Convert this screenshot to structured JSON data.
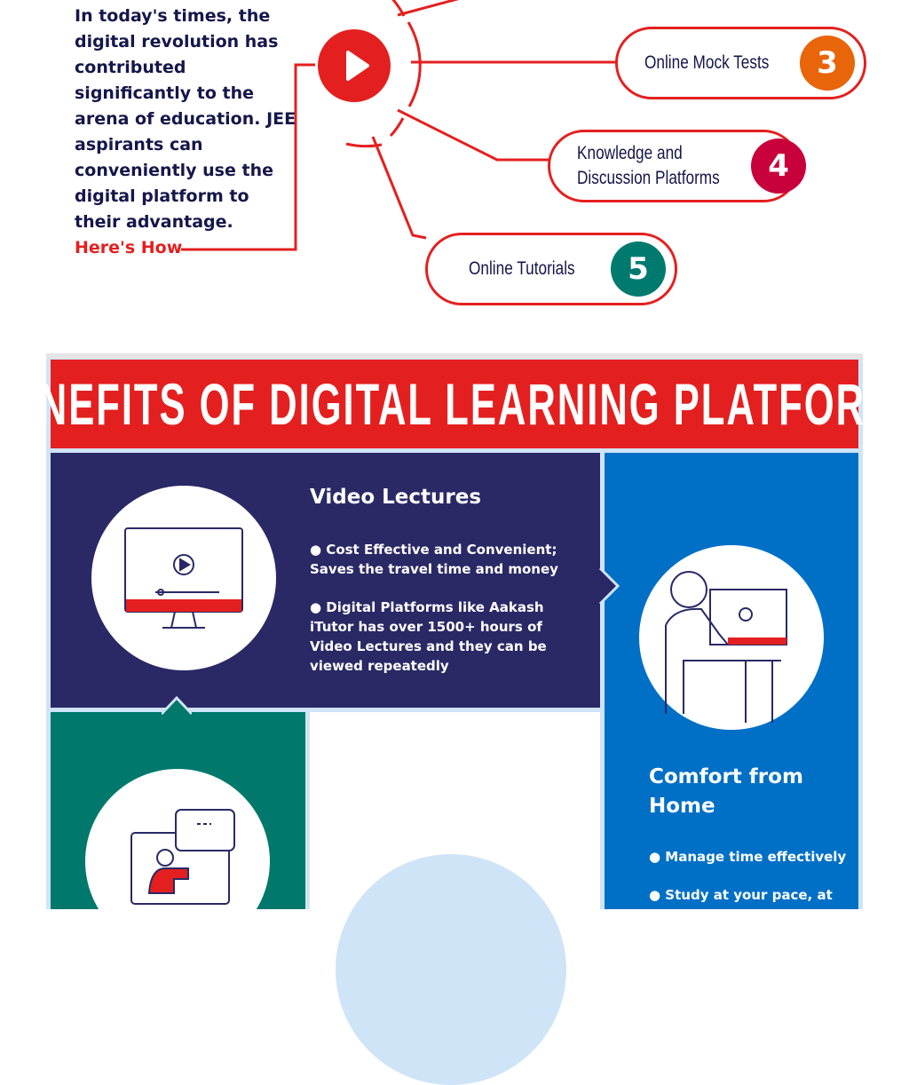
{
  "intro": {
    "text": "In today's times, the digital revolution has contributed significantly to the arena of education. JEE aspirants can conveniently use the digital platform to their advantage.",
    "cta": "Here's How"
  },
  "hub_icon": "play-icon",
  "platforms": [
    {
      "number": "3",
      "label": "Online Mock Tests",
      "color": "#e8650a"
    },
    {
      "number": "4",
      "label_line1": "Knowledge and",
      "label_line2": "Discussion Platforms",
      "color": "#c8003c"
    },
    {
      "number": "5",
      "label": "Online Tutorials",
      "color": "#007a6e"
    }
  ],
  "benefits": {
    "title": "BENEFITS OF DIGITAL LEARNING PLATFORMS",
    "video_lectures": {
      "title": "Video Lectures",
      "bullets": [
        "● Cost Effective and Convenient; Saves the travel time and money",
        "● Digital Platforms like Aakash iTutor has over 1500+ hours of Video Lectures and they can be viewed repeatedly"
      ]
    },
    "comfort": {
      "title": "Comfort from Home",
      "bullets": [
        "● Manage time effectively",
        "● Study at your pace, at"
      ]
    }
  },
  "colors": {
    "red": "#e3201f",
    "navy": "#2a2966",
    "blue": "#0070c6",
    "teal": "#00786c",
    "text": "#15164a"
  }
}
